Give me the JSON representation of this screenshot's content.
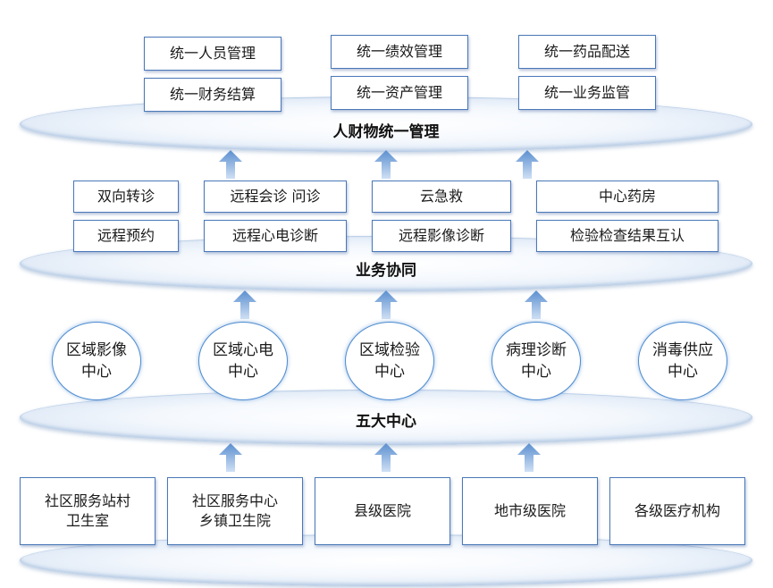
{
  "tier1": {
    "label": "人财物统一管理",
    "boxes": [
      "统一人员管理",
      "统一财务结算",
      "统一绩效管理",
      "统一资产管理",
      "统一药品配送",
      "统一业务监管"
    ]
  },
  "tier2": {
    "label": "业务协同",
    "boxes": [
      "双向转诊",
      "远程预约",
      "远程会诊 问诊",
      "远程心电诊断",
      "云急救",
      "远程影像诊断",
      "中心药房",
      "检验检查结果互认"
    ]
  },
  "tier3": {
    "label": "五大中心",
    "centers": [
      "区域影像\n中心",
      "区域心电\n中心",
      "区域检验\n中心",
      "病理诊断\n中心",
      "消毒供应\n中心"
    ]
  },
  "tier4": {
    "boxes": [
      "社区服务站村\n卫生室",
      "社区服务中心\n乡镇卫生院",
      "县级医院",
      "地市级医院",
      "各级医疗机构"
    ]
  },
  "colors": {
    "box_border": "#4a78b8",
    "circle_border": "#4d8bd0",
    "arrow": "#5b8fd0"
  }
}
